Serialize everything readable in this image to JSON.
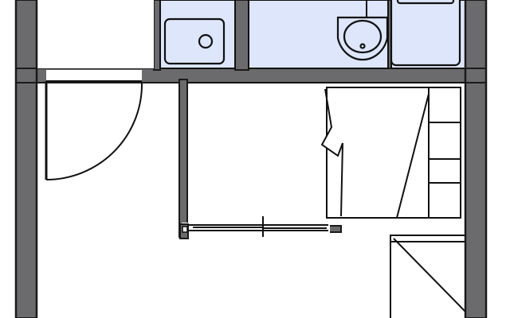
{
  "colors": {
    "wall": "#6b6b6d",
    "wall_outline": "#1a1a1a",
    "wet_area_fill": "#dde6fa",
    "floor": "#ffffff",
    "line": "#111111"
  },
  "rooms": [
    {
      "name": "entry-closet",
      "wet_area": false
    },
    {
      "name": "kitchen-sink-area",
      "wet_area": true
    },
    {
      "name": "washroom",
      "wet_area": true
    },
    {
      "name": "bath",
      "wet_area": true
    },
    {
      "name": "living-room",
      "wet_area": false
    },
    {
      "name": "storage-room",
      "wet_area": false
    },
    {
      "name": "storage-shelf",
      "wet_area": false
    }
  ],
  "fixtures": [
    {
      "name": "kitchen-sink",
      "icon": "sink-icon"
    },
    {
      "name": "wash-basin",
      "icon": "basin-icon"
    },
    {
      "name": "bathtub",
      "icon": "bathtub-icon"
    },
    {
      "name": "staircase",
      "icon": "stairs-icon"
    },
    {
      "name": "swing-door",
      "icon": "door-swing-icon"
    },
    {
      "name": "sliding-door",
      "icon": "sliding-door-icon"
    },
    {
      "name": "closet",
      "icon": "closet-icon"
    }
  ]
}
